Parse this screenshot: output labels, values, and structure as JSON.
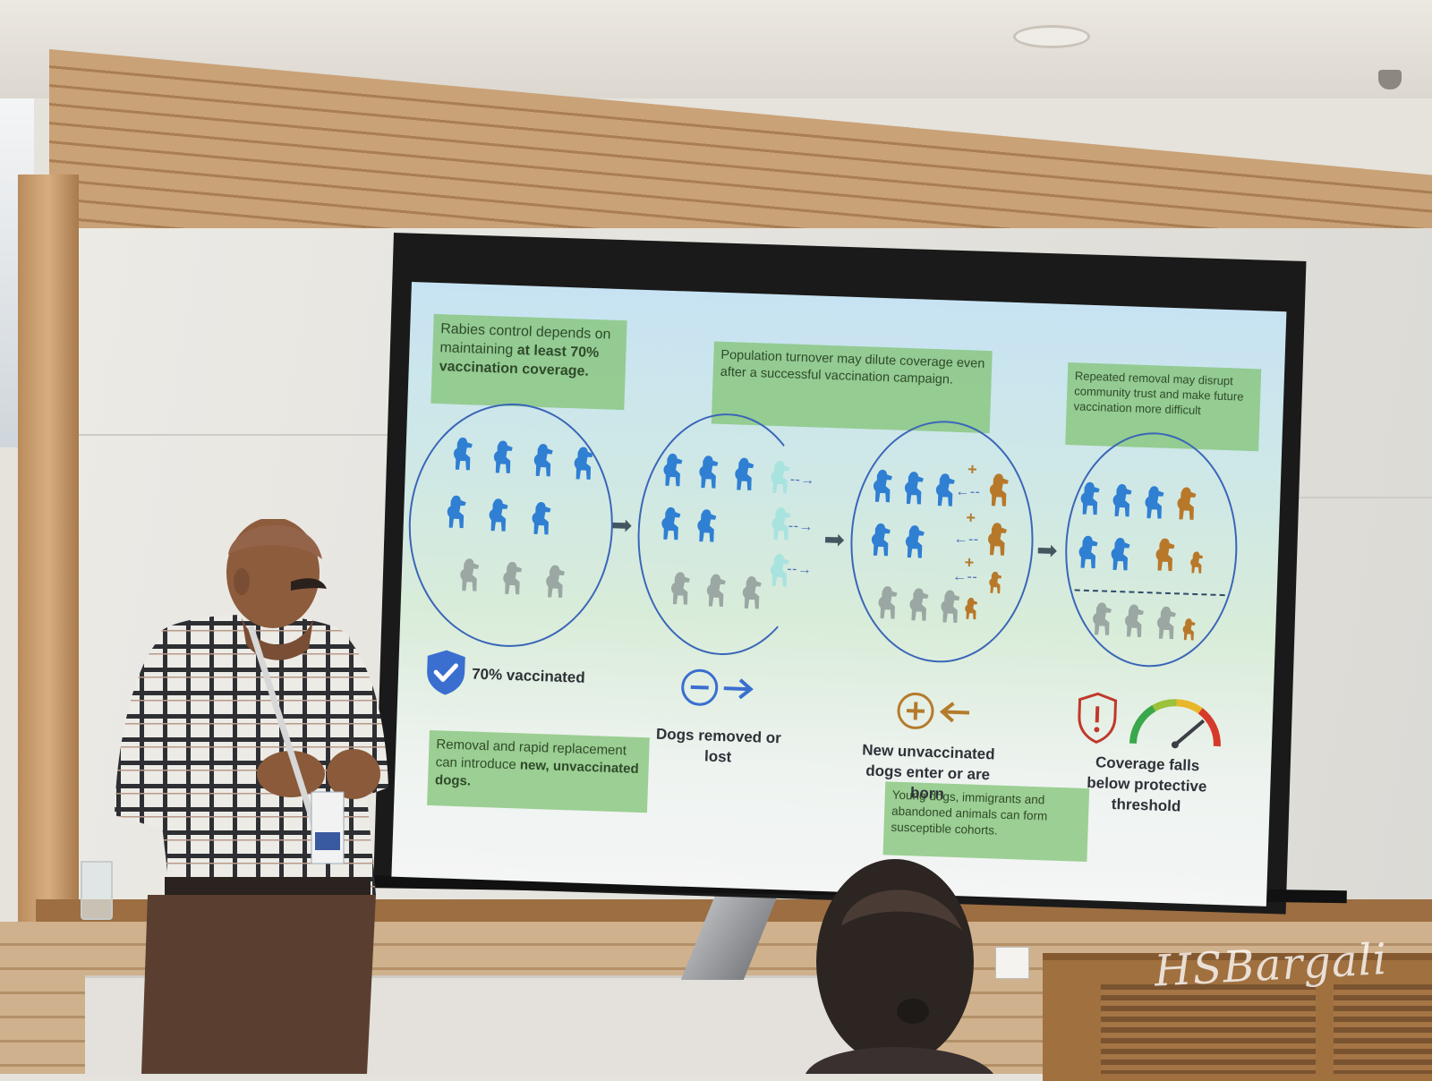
{
  "slide": {
    "callout_coverage": {
      "pre": "Rabies control depends on maintaining ",
      "bold": "at least 70% vaccination coverage."
    },
    "callout_turnover": "Population turnover may dilute coverage even after a successful vaccination campaign.",
    "callout_trust": "Repeated removal may disrupt community trust and make future vaccination more difficult",
    "callout_removal": {
      "pre": "Removal and rapid replacement can introduce ",
      "bold": "new, unvaccinated dogs."
    },
    "callout_cohorts": "Young dogs, immigrants and abandoned animals can form susceptible cohorts.",
    "label_vaccinated": "70% vaccinated",
    "label_removed": "Dogs removed or lost",
    "label_new": "New unvaccinated dogs enter or are born",
    "label_threshold": "Coverage falls below protective threshold",
    "colors": {
      "vaccinated_dog": "#2f7fd3",
      "unvaccinated_dog": "#9aa7a3",
      "new_dog": "#b8782a",
      "removed_dog": "#a9e3df",
      "callout_bg": "#84c478",
      "circle": "#3a66b8",
      "shield": "#3a6fd0",
      "gauge_red": "#d63a2a",
      "gauge_green": "#3aa84a"
    }
  },
  "watermark": "HSBargali"
}
